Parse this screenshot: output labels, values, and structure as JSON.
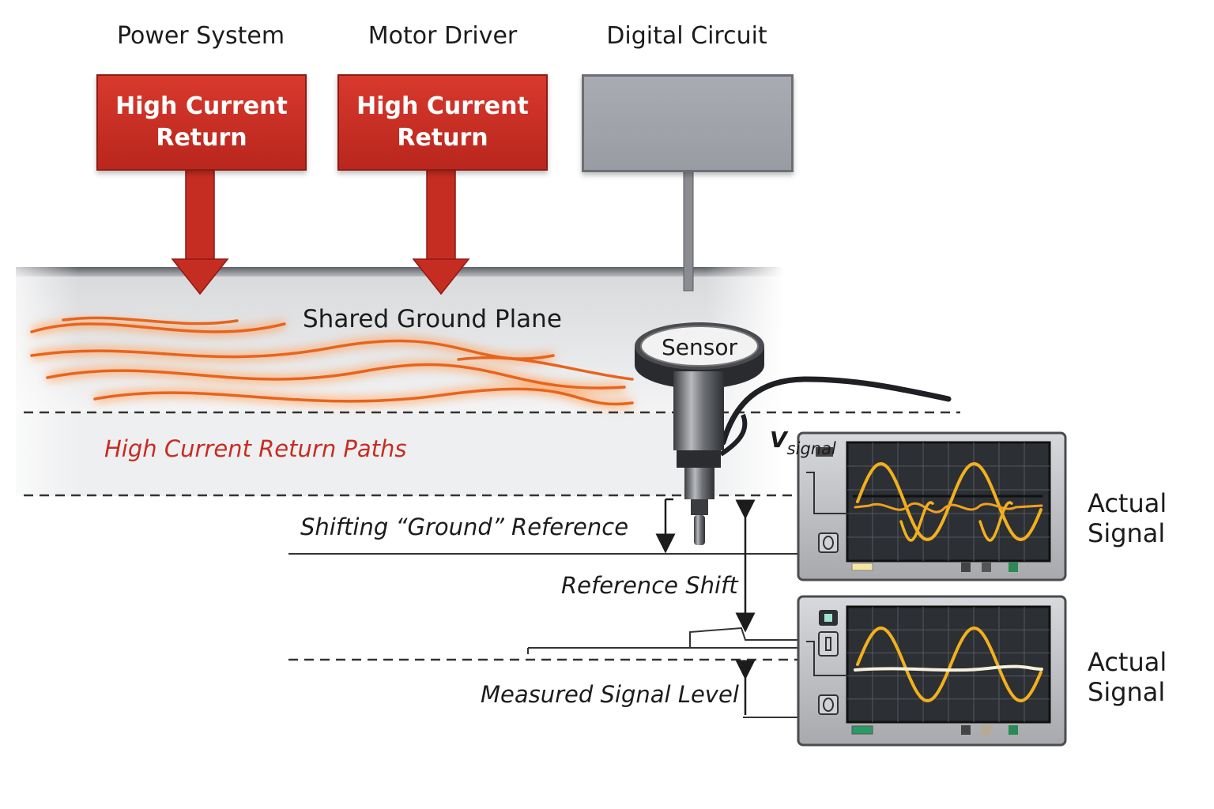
{
  "sources": [
    {
      "title": "Power System",
      "box_label": "High Current\nReturn"
    },
    {
      "title": "Motor Driver",
      "box_label": "High Current\nReturn"
    },
    {
      "title": "Digital Circuit",
      "box_label": ""
    }
  ],
  "ground_plane": {
    "label": "Shared Ground Plane"
  },
  "sensor": {
    "label": "Sensor"
  },
  "return_paths": {
    "label": "High Current Return Paths"
  },
  "annotations": {
    "shifting_ground": "Shifting “Ground” Reference",
    "reference_shift": "Reference Shift",
    "measured_level": "Measured Signal Level",
    "vsignal_main": "V",
    "vsignal_sub": "signal"
  },
  "scopes": [
    {
      "side_label": "Actual\nSignal"
    },
    {
      "side_label": "Actual\nSignal"
    }
  ],
  "colors": {
    "accent_red": "#c62d22",
    "trace_yellow": "#f2b01e",
    "wave_orange": "#e8641c",
    "scope_bezel": "#7d8087",
    "screen_bg": "#2c2f33"
  }
}
